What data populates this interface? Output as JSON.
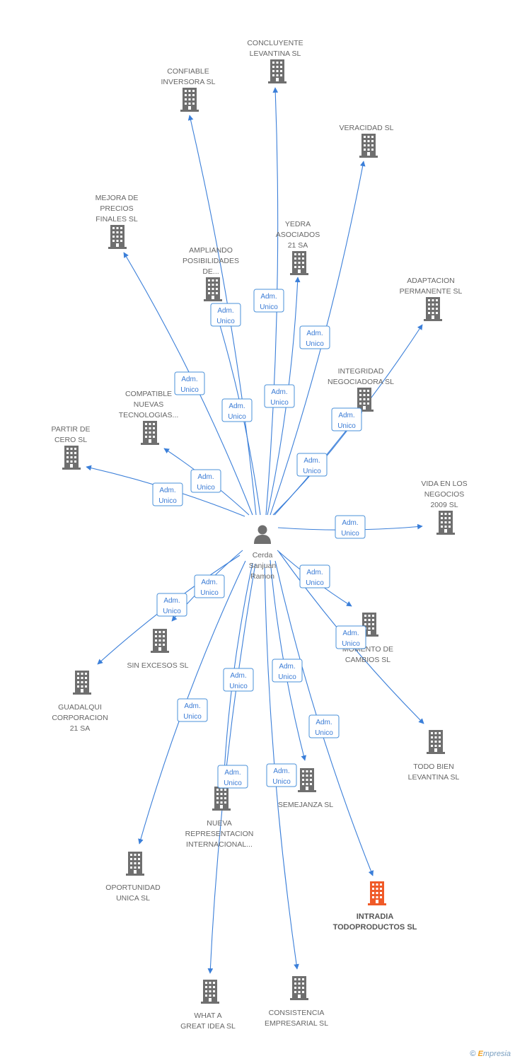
{
  "person": {
    "name_lines": [
      "Cerda",
      "Sanjuan",
      "Ramon"
    ],
    "icon": "person-icon"
  },
  "relation_label_lines": [
    "Adm.",
    "Unico"
  ],
  "colors": {
    "edge": "#3b7fd9",
    "building": "#6f6f6f",
    "highlight": "#f05a28"
  },
  "companies": [
    {
      "id": "concluyente-levantina",
      "lines": [
        "CONCLUYENTE",
        "LEVANTINA SL"
      ]
    },
    {
      "id": "confiable-inversora",
      "lines": [
        "CONFIABLE",
        "INVERSORA SL"
      ]
    },
    {
      "id": "veracidad",
      "lines": [
        "VERACIDAD SL"
      ]
    },
    {
      "id": "mejora-precios",
      "lines": [
        "MEJORA DE",
        "PRECIOS",
        "FINALES SL"
      ]
    },
    {
      "id": "yedra-asociados",
      "lines": [
        "YEDRA",
        "ASOCIADOS",
        "21 SA"
      ]
    },
    {
      "id": "ampliando-posibilidades",
      "lines": [
        "AMPLIANDO",
        "POSIBILIDADES",
        "DE..."
      ]
    },
    {
      "id": "adaptacion-permanente",
      "lines": [
        "ADAPTACION",
        "PERMANENTE SL"
      ]
    },
    {
      "id": "integridad-negociadora",
      "lines": [
        "INTEGRIDAD",
        "NEGOCIADORA SL"
      ]
    },
    {
      "id": "compatible-nuevas",
      "lines": [
        "COMPATIBLE",
        "NUEVAS",
        "TECNOLOGIAS..."
      ]
    },
    {
      "id": "partir-de-cero",
      "lines": [
        "PARTIR DE",
        "CERO SL"
      ]
    },
    {
      "id": "vida-negocios",
      "lines": [
        "VIDA EN LOS",
        "NEGOCIOS",
        "2009 SL"
      ]
    },
    {
      "id": "momento-cambios",
      "lines": [
        "MOMENTO DE",
        "CAMBIOS SL"
      ]
    },
    {
      "id": "sin-excesos",
      "lines": [
        "SIN EXCESOS SL"
      ]
    },
    {
      "id": "guadalqui-corporacion",
      "lines": [
        "GUADALQUI",
        "CORPORACION",
        "21 SA"
      ]
    },
    {
      "id": "todo-bien-levantina",
      "lines": [
        "TODO BIEN",
        "LEVANTINA SL"
      ]
    },
    {
      "id": "semejanza",
      "lines": [
        "SEMEJANZA SL"
      ]
    },
    {
      "id": "nueva-representacion",
      "lines": [
        "NUEVA",
        "REPRESENTACION",
        "INTERNACIONAL..."
      ]
    },
    {
      "id": "oportunidad-unica",
      "lines": [
        "OPORTUNIDAD",
        "UNICA SL"
      ]
    },
    {
      "id": "intradia-todoproductos",
      "lines": [
        "INTRADIA",
        "TODOPRODUCTOS SL"
      ],
      "highlight": true
    },
    {
      "id": "what-a-great-idea",
      "lines": [
        "WHAT A",
        "GREAT IDEA SL"
      ]
    },
    {
      "id": "consistencia-empresarial",
      "lines": [
        "CONSISTENCIA",
        "EMPRESARIAL SL"
      ]
    }
  ],
  "footer": {
    "copyright": "©",
    "brand_initial": "E",
    "brand_rest": "mpresia"
  }
}
